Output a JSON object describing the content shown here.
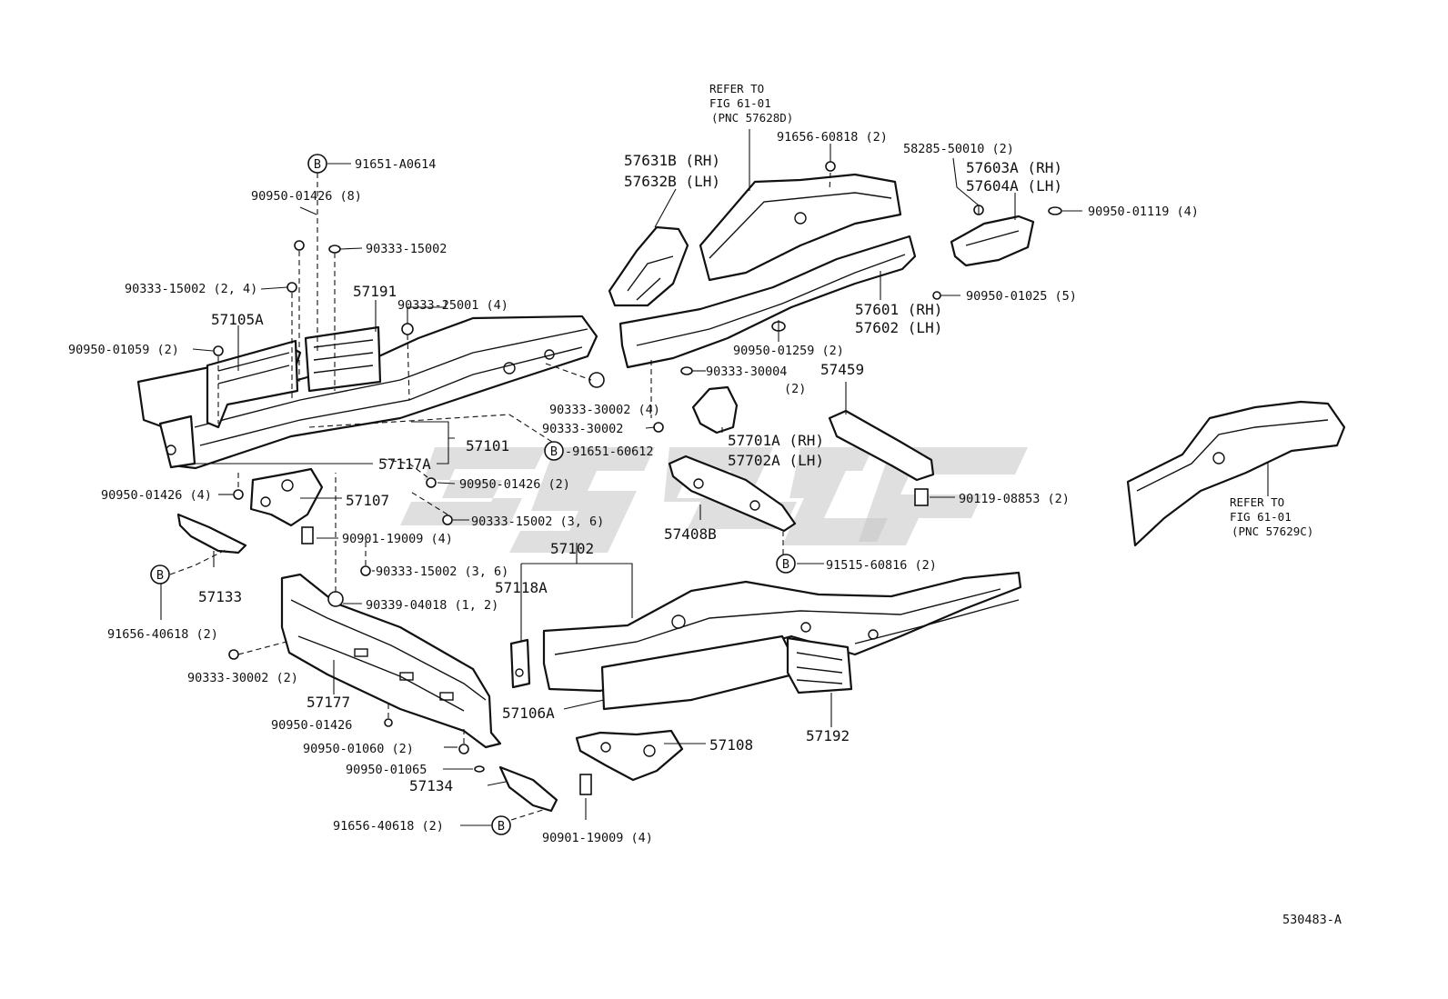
{
  "diagram_id": "530483-A",
  "circle_letter": "B",
  "references": {
    "upper": {
      "line1": "REFER TO",
      "line2": "FIG 61-01",
      "line3": "(PNC 57628D)"
    },
    "right": {
      "line1": "REFER TO",
      "line2": "FIG 61-01",
      "line3": "(PNC 57629C)"
    }
  },
  "labels": {
    "p91651_A0614": "91651-A0614",
    "p90950_01426_8": "90950-01426 (8)",
    "p90333_15002_a": "90333-15002",
    "p90333_15002_24": "90333-15002 (2, 4)",
    "p57191": "57191",
    "p90333_25001": "90333-25001 (4)",
    "p57105A": "57105A",
    "p90950_01059": "90950-01059 (2)",
    "p57631B": "57631B (RH)",
    "p57632B": "57632B (LH)",
    "p91656_60818": "91656-60818 (2)",
    "p58285_50010": "58285-50010 (2)",
    "p57603A": "57603A (RH)",
    "p57604A": "57604A (LH)",
    "p90950_01119": "90950-01119 (4)",
    "p90950_01025": "90950-01025 (5)",
    "p57601": "57601 (RH)",
    "p57602": "57602 (LH)",
    "p90950_01259": "90950-01259 (2)",
    "p90333_30004": "90333-30004",
    "p90333_30004_q": "(2)",
    "p57459": "57459",
    "p90333_30002_4": "90333-30002 (4)",
    "p90333_30002": "90333-30002",
    "p57101": "57101",
    "p91651_60612": "-91651-60612",
    "p57117A": "57117A",
    "p90950_01426_2": "90950-01426 (2)",
    "p57701A": "57701A (RH)",
    "p57702A": "57702A (LH)",
    "p90950_01426_4": "90950-01426 (4)",
    "p57107": "57107",
    "p90333_15002_36a": "90333-15002 (3, 6)",
    "p90119_08853": "90119-08853 (2)",
    "p90901_19009_a": "90901-19009 (4)",
    "p57408B": "57408B",
    "p57102": "57102",
    "p91515_60816": "91515-60816 (2)",
    "p57133": "57133",
    "p90333_15002_36b": "90333-15002 (3, 6)",
    "p57118A": "57118A",
    "p90339_04018": "90339-04018 (1, 2)",
    "p91656_40618_a": "91656-40618 (2)",
    "p90333_30002_2": "90333-30002 (2)",
    "p57177": "57177",
    "p57106A": "57106A",
    "p90950_01426": "90950-01426",
    "p57192": "57192",
    "p57108": "57108",
    "p90950_01060": "90950-01060 (2)",
    "p90950_01065": "90950-01065",
    "p57134": "57134",
    "p91656_40618_b": "91656-40618 (2)",
    "p90901_19009_b": "90901-19009 (4)"
  }
}
